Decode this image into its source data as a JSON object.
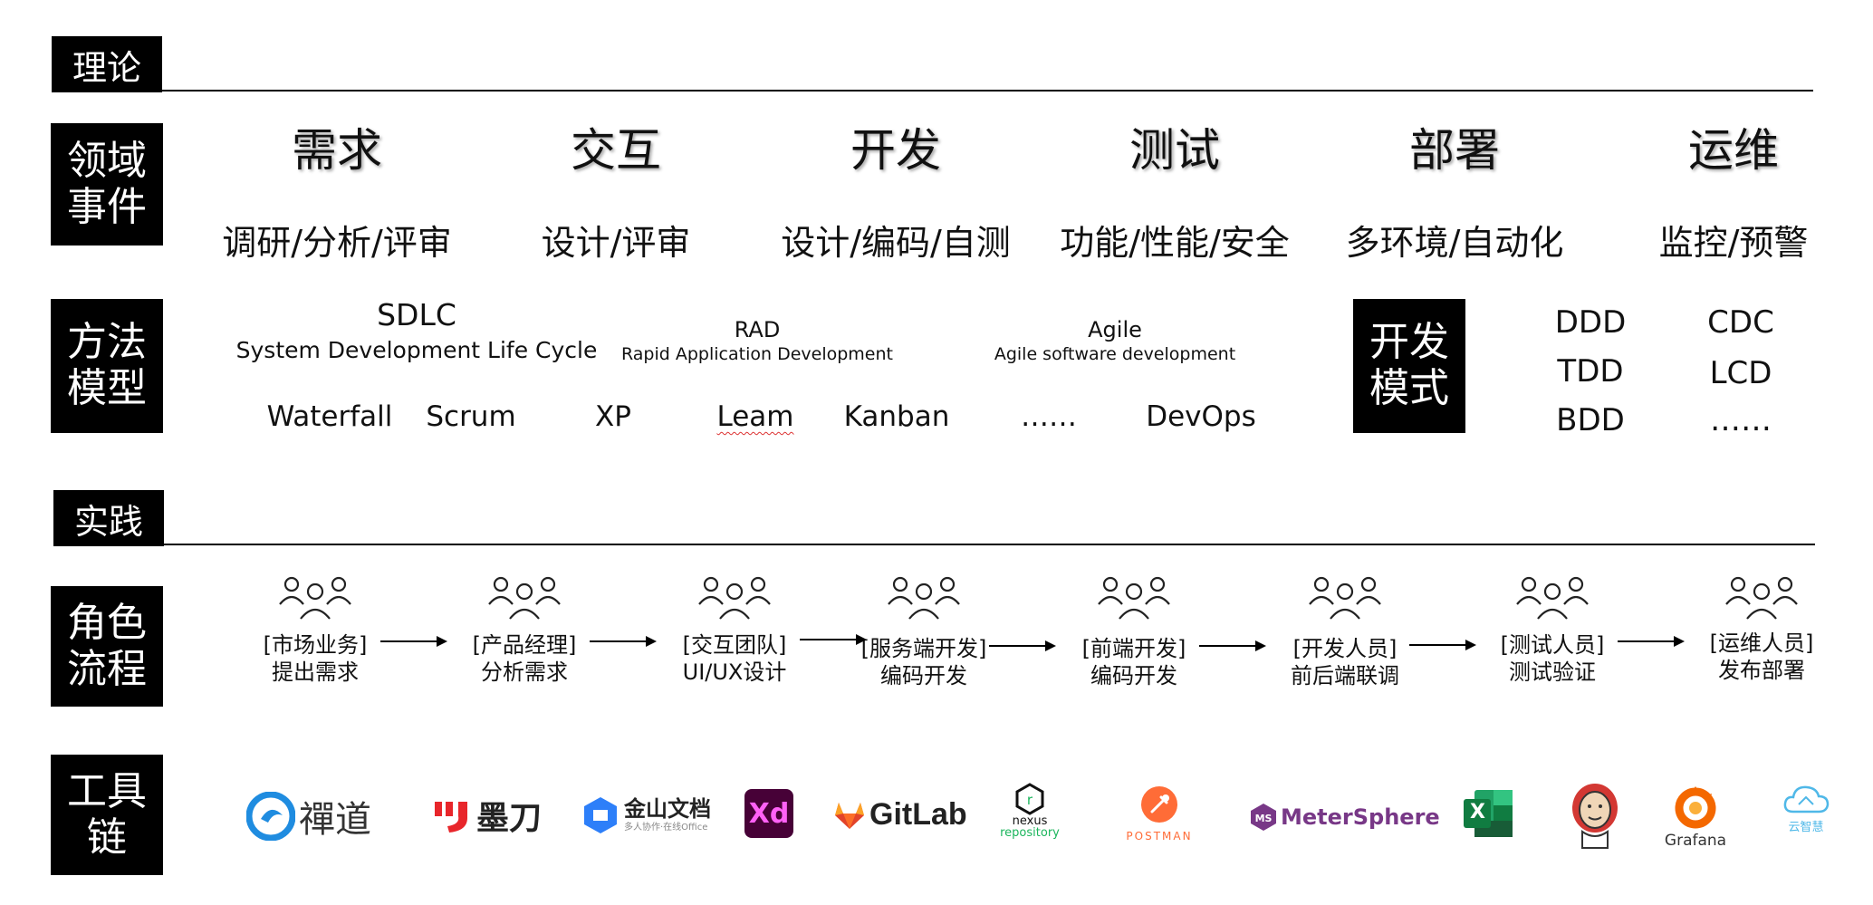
{
  "sections": {
    "theory": "理论",
    "practice": "实践"
  },
  "row_labels": {
    "domain_events": [
      "领域",
      "事件"
    ],
    "method_models": [
      "方法",
      "模型"
    ],
    "dev_modes": [
      "开发",
      "模式"
    ],
    "role_flow": [
      "角色",
      "流程"
    ],
    "toolchain": [
      "工具",
      "链"
    ]
  },
  "domains": [
    "需求",
    "交互",
    "开发",
    "测试",
    "部署",
    "运维"
  ],
  "events": [
    "调研/分析/评审",
    "设计/评审",
    "设计/编码/自测",
    "功能/性能/安全",
    "多环境/自动化",
    "监控/预警"
  ],
  "models": {
    "sdlc": {
      "title": "SDLC",
      "subtitle": "System Development Life Cycle"
    },
    "rad": {
      "title": "RAD",
      "subtitle": "Rapid Application Development"
    },
    "agile": {
      "title": "Agile",
      "subtitle": "Agile software development"
    }
  },
  "methods": [
    "Waterfall",
    "Scrum",
    "XP",
    "Leam",
    "Kanban",
    "……",
    "DevOps"
  ],
  "dev_modes": {
    "col1": [
      "DDD",
      "TDD",
      "BDD"
    ],
    "col2": [
      "CDC",
      "LCD",
      "……"
    ]
  },
  "roles": [
    {
      "team": "[市场业务]",
      "action": "提出需求"
    },
    {
      "team": "[产品经理]",
      "action": "分析需求"
    },
    {
      "team": "[交互团队]",
      "action": "UI/UX设计"
    },
    {
      "team": "[服务端开发]",
      "action": "编码开发"
    },
    {
      "team": "[前端开发]",
      "action": "编码开发"
    },
    {
      "team": "[开发人员]",
      "action": "前后端联调"
    },
    {
      "team": "[测试人员]",
      "action": "测试验证"
    },
    {
      "team": "[运维人员]",
      "action": "发布部署"
    }
  ],
  "tools": {
    "chandao": "禪道",
    "modao": "墨刀",
    "kdocs": {
      "name": "金山文档",
      "tagline": "多人协作·在线Office"
    },
    "xd": "Xd",
    "gitlab": "GitLab",
    "nexus": {
      "name": "nexus",
      "sub": "repository"
    },
    "postman": "POSTMAN",
    "metersphere": "MeterSphere",
    "excel": "X",
    "grafana": "Grafana",
    "yunzhi": "云智慧"
  },
  "colors": {
    "gitlab": "#e24329",
    "postman": "#ff6c37",
    "xd_bg": "#470137",
    "xd_fg": "#ff61f6",
    "metersphere": "#783887",
    "excel": "#217346",
    "grafana": "#f46800",
    "nexus_green": "#1bb55c",
    "modao": "#e8262b",
    "chandao": "#1f8ce0",
    "kdocs": "#2d7ff9",
    "yunzhi": "#4fb8e8"
  }
}
